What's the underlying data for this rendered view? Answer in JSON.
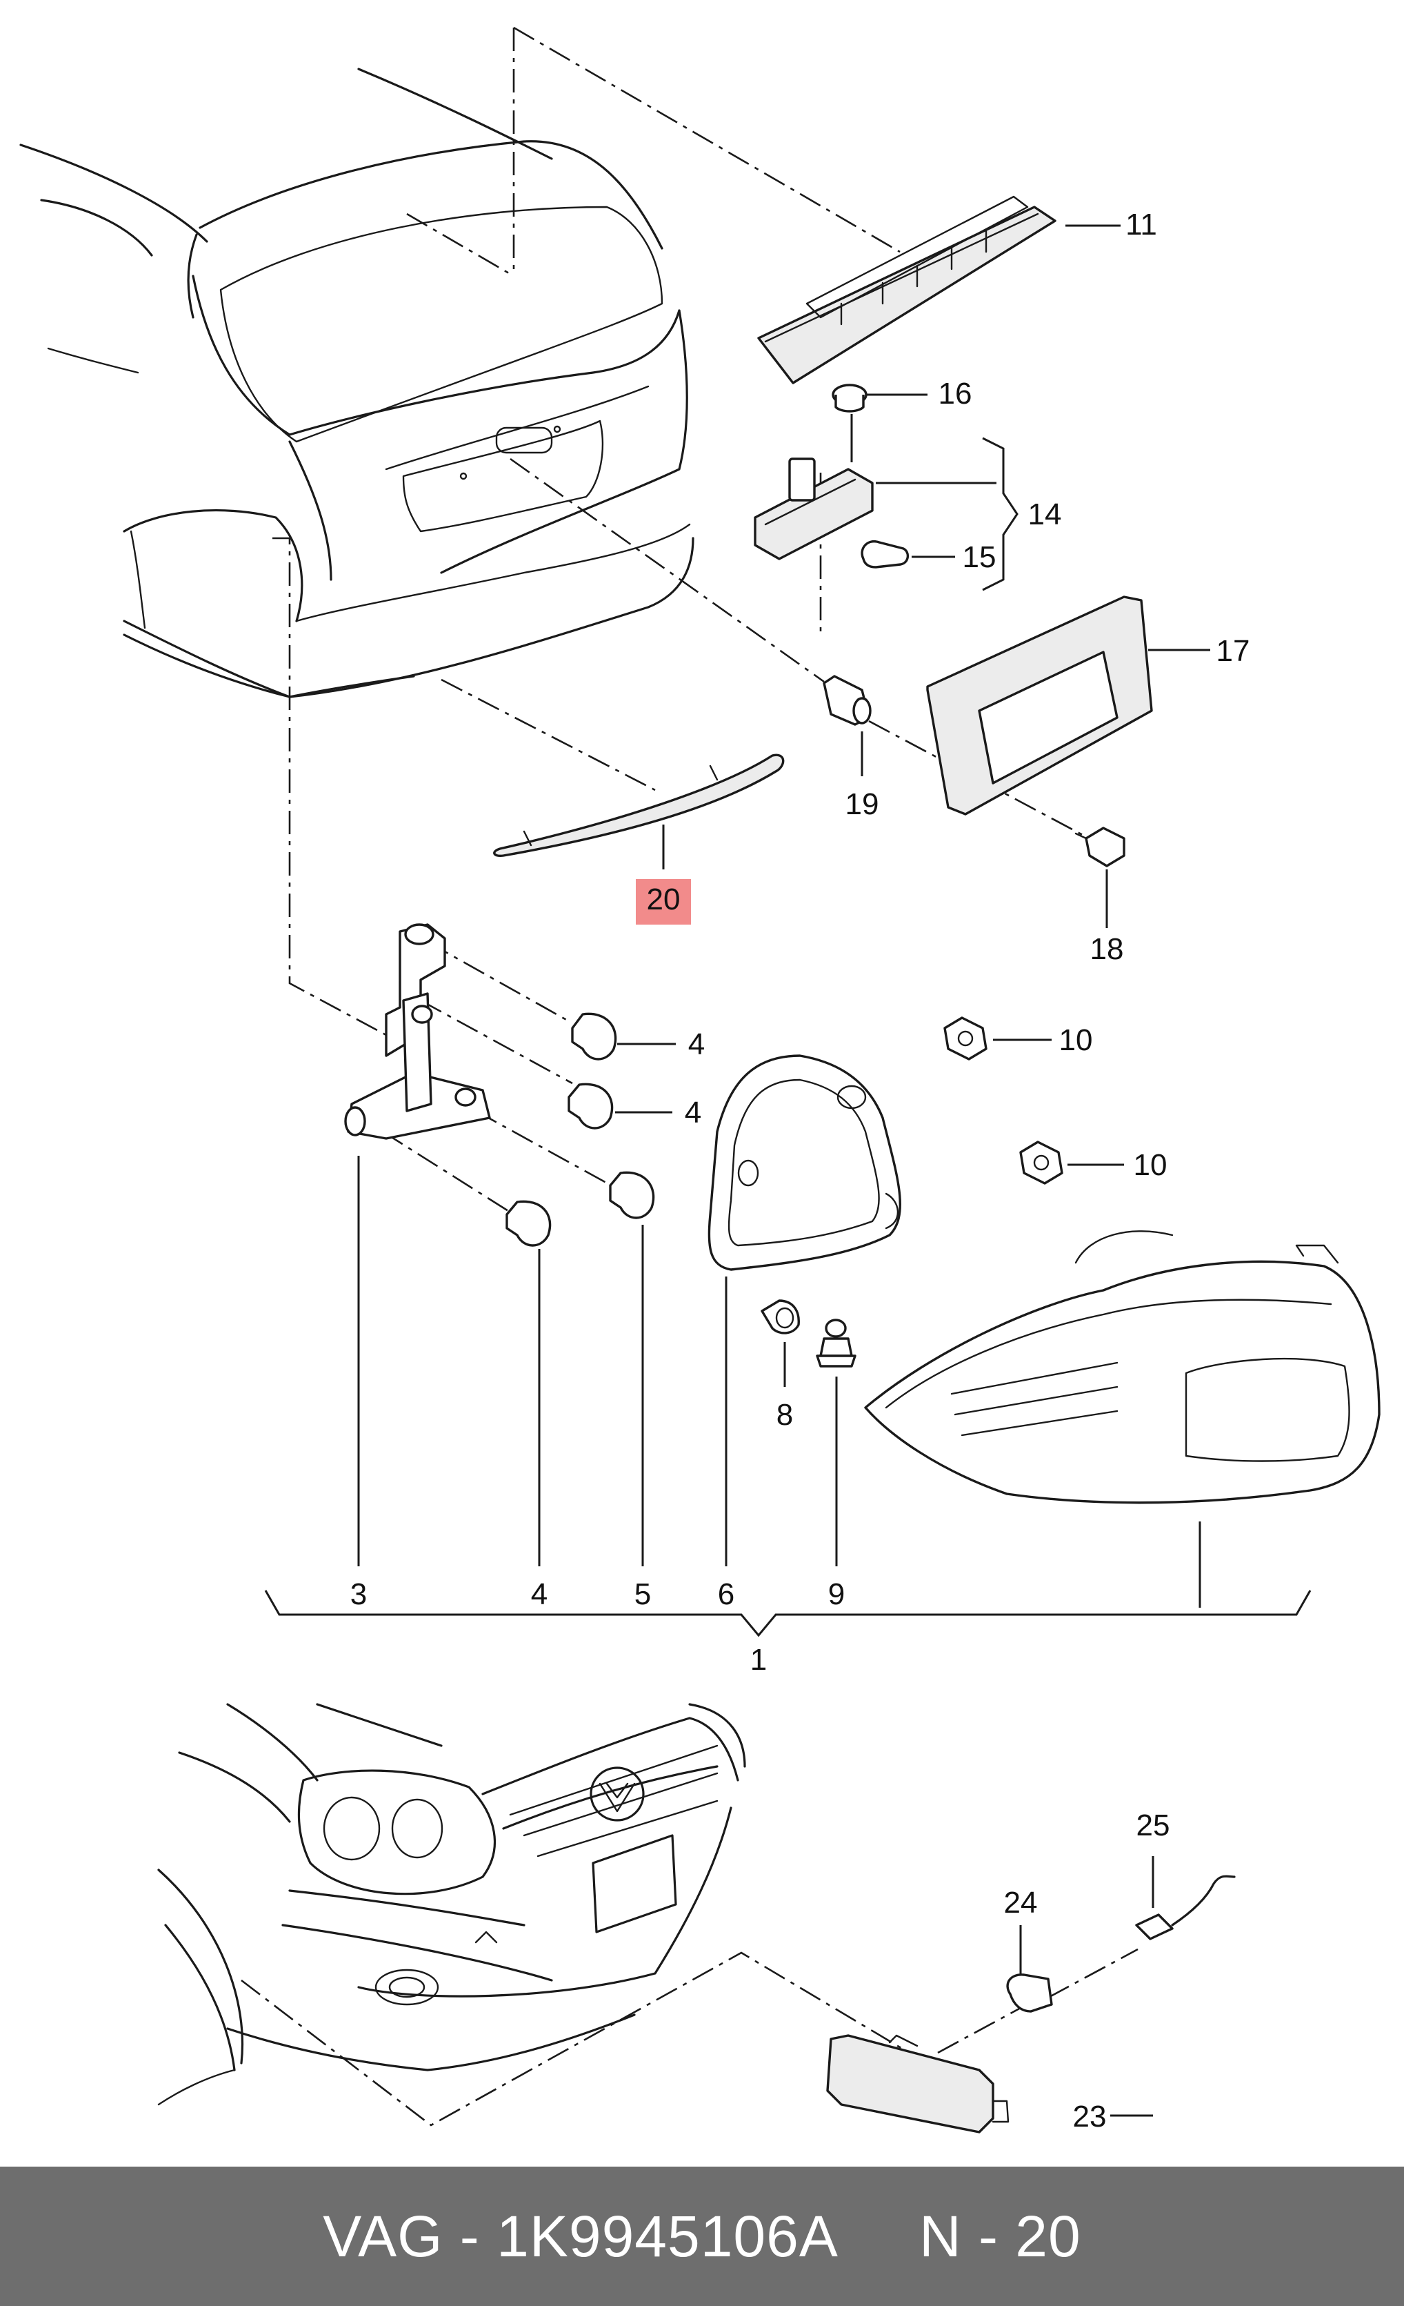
{
  "callouts": [
    {
      "id": "c11",
      "text": "11"
    },
    {
      "id": "c16",
      "text": "16"
    },
    {
      "id": "c14",
      "text": "14"
    },
    {
      "id": "c15",
      "text": "15"
    },
    {
      "id": "c17",
      "text": "17"
    },
    {
      "id": "c19",
      "text": "19"
    },
    {
      "id": "c18",
      "text": "18"
    },
    {
      "id": "c20",
      "text": "20",
      "highlight": true
    },
    {
      "id": "c4a",
      "text": "4"
    },
    {
      "id": "c4b",
      "text": "4"
    },
    {
      "id": "c10a",
      "text": "10"
    },
    {
      "id": "c10b",
      "text": "10"
    },
    {
      "id": "c8",
      "text": "8"
    },
    {
      "id": "c3",
      "text": "3"
    },
    {
      "id": "c4c",
      "text": "4"
    },
    {
      "id": "c5",
      "text": "5"
    },
    {
      "id": "c6",
      "text": "6"
    },
    {
      "id": "c9",
      "text": "9"
    },
    {
      "id": "c1",
      "text": "1"
    },
    {
      "id": "c25",
      "text": "25"
    },
    {
      "id": "c24",
      "text": "24"
    },
    {
      "id": "c23",
      "text": "23"
    }
  ],
  "highlight_color": "#f28b8b",
  "footer": {
    "brand": "VAG",
    "part_number": "1K9945106A",
    "position": "N - 20",
    "text": "VAG - 1K9945106A     N - 20",
    "background": "#6e6e6e"
  }
}
